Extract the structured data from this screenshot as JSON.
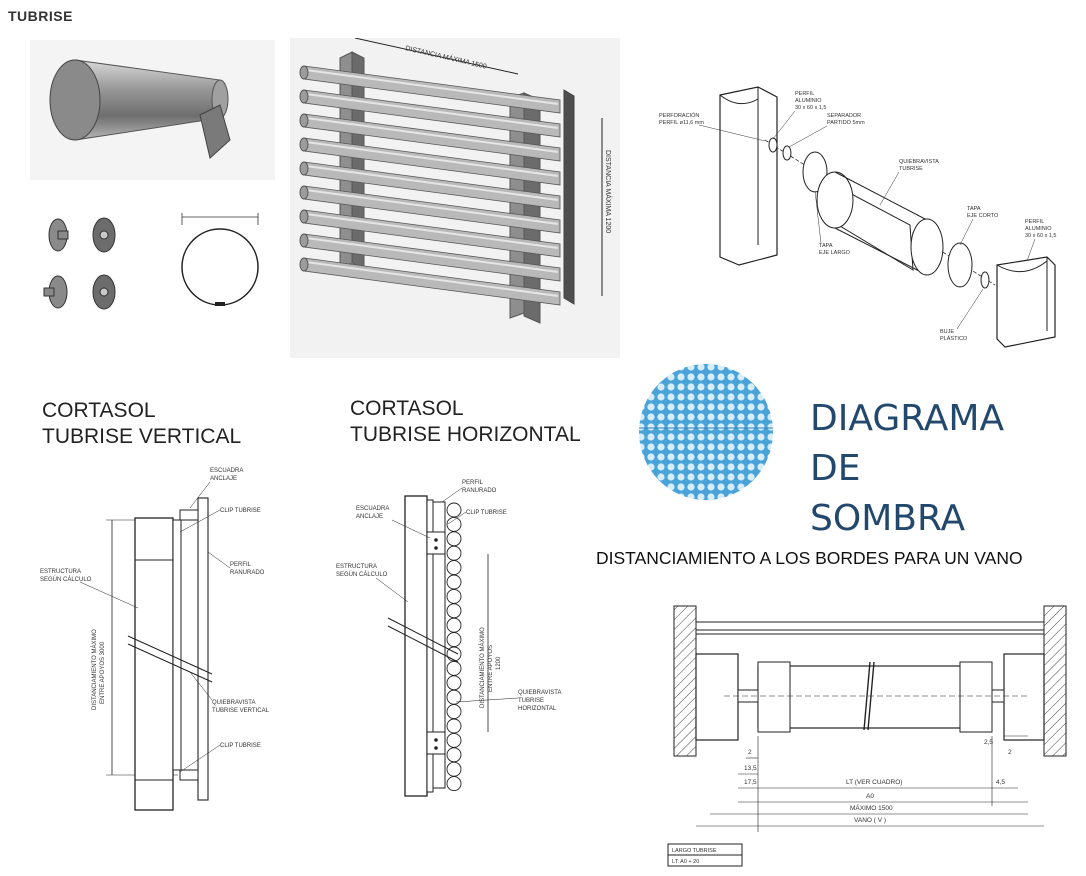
{
  "brand": "TUBRISE",
  "perspective": {
    "dim_w": "DISTANCIA MÁXIMA 1500",
    "dim_h": "DISTANCIA MÁXIMA 1200"
  },
  "exploded": {
    "perforacion": [
      "PERFORACIÓN",
      "PERFIL ø11,6 mm"
    ],
    "perfil_top": [
      "PERFIL",
      "ALUMINIO",
      "30 x 60 x 1,5"
    ],
    "separador": [
      "SEPARADOR",
      "PARTIDO 5mm"
    ],
    "quiebravista": [
      "QUIEBRAVISTA",
      "TUBRISE"
    ],
    "tapa_corto": [
      "TAPA",
      "EJE CORTO"
    ],
    "tapa_largo": [
      "TAPA",
      "EJE LARGO"
    ],
    "perfil_right": [
      "PERFIL",
      "ALUMINIO",
      "30 x 60 x 1,5"
    ],
    "buje": [
      "BUJE",
      "PLÁSTICO"
    ]
  },
  "vertical": {
    "title1": "CORTASOL",
    "title2": "TUBRISE VERTICAL",
    "escuadra": [
      "ESCUADRA",
      "ANCLAJE"
    ],
    "clip_top": "CLIP TUBRISE",
    "perfil": [
      "PERFIL",
      "RANURADO"
    ],
    "estructura": [
      "ESTRUCTURA",
      "SEGÚN CÁLCULO"
    ],
    "dim": [
      "DISTANCIAMIENTO MÁXIMO",
      "ENTRE APOYOS 3000"
    ],
    "quiebravista": [
      "QUIEBRAVISTA",
      "TUBRISE VERTICAL"
    ],
    "clip_bottom": "CLIP TUBRISE"
  },
  "horizontal": {
    "title1": "CORTASOL",
    "title2": "TUBRISE HORIZONTAL",
    "perfil": [
      "PERFIL",
      "RANURADO"
    ],
    "escuadra": [
      "ESCUADRA",
      "ANCLAJE"
    ],
    "clip": "CLIP TUBRISE",
    "estructura": [
      "ESTRUCTURA",
      "SEGÚN CÁLCULO"
    ],
    "dim": [
      "DISTANCIAMIENTO MÁXIMO",
      "ENTRE APOYOS",
      "1200"
    ],
    "quiebravista": [
      "QUIEBRAVISTA",
      "TUBRISE",
      "HORIZONTAL"
    ]
  },
  "shade_lines": [
    "DIAGRAMA",
    "DE",
    "SOMBRA"
  ],
  "distance_title": "DISTANCIAMIENTO A LOS BORDES PARA UN VANO",
  "vano": {
    "d1": "2",
    "d2": "2,5",
    "d3": "13,5",
    "d4": "17,5",
    "lt": "LT (VER CUADRO)",
    "d5": "4,5",
    "d6": "2",
    "a0": "A0",
    "maximo": "MÁXIMO 1500",
    "vano": "VANO ( V )",
    "table_head": "LARGO TUBRISE",
    "table_val": "LT: A0 + 20"
  },
  "colors": {
    "heading": "#23486e",
    "circle": "#4aa3d8",
    "line": "#333333"
  }
}
